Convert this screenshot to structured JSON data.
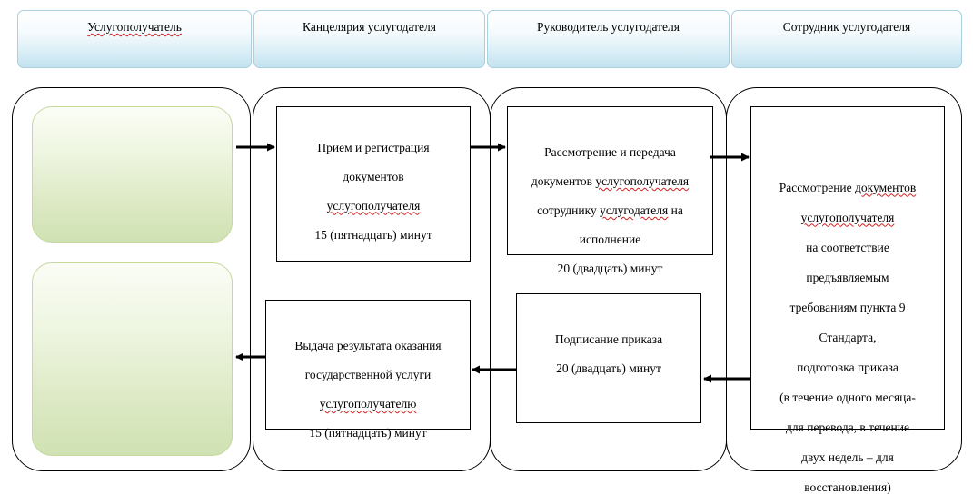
{
  "headers": [
    {
      "label": "Услугополучатель"
    },
    {
      "label": "Канцелярия услугодателя"
    },
    {
      "label": "Руководитель услугодателя"
    },
    {
      "label": "Сотрудник услугодателя"
    }
  ],
  "steps": {
    "reception": {
      "line1": "Прием и регистрация",
      "line2": "документов",
      "line3": "услугополучателя",
      "line4": "15 (пятнадцать) минут"
    },
    "review_transfer": {
      "line1": "Рассмотрение и передача",
      "line2a": "документов ",
      "line2b": "услугополучателя",
      "line3a": "сотруднику ",
      "line3b": "услугодателя",
      "line3c": " на",
      "line4": "исполнение",
      "line5": "20 (двадцать) минут"
    },
    "employee_review": {
      "line1a": "Рассмотрение ",
      "line1b": "документов",
      "line2": "услугополучателя",
      "line3": "на соответствие",
      "line4": "предъявляемым",
      "line5": "требованиям пункта 9",
      "line6": "Стандарта,",
      "line7": "подготовка приказа",
      "line8": "(в течение одного месяца-",
      "line9": "для перевода, в течение",
      "line10": "двух недель – для",
      "line11": "восстановления)"
    },
    "signing": {
      "line1": "Подписание приказа",
      "line2": "20 (двадцать) минут"
    },
    "issuance": {
      "line1": "Выдача результата оказания",
      "line2": "государственной услуги",
      "line3": "услугополучателю",
      "line4": "15 (пятнадцать) минут"
    }
  },
  "colors": {
    "header_fill": "#c3e2ef",
    "header_border": "#a9cfe0",
    "terminal_fill": "#d0e2b3",
    "terminal_border": "#c5d89e",
    "spellcheck_underline": "#d21f1f"
  }
}
